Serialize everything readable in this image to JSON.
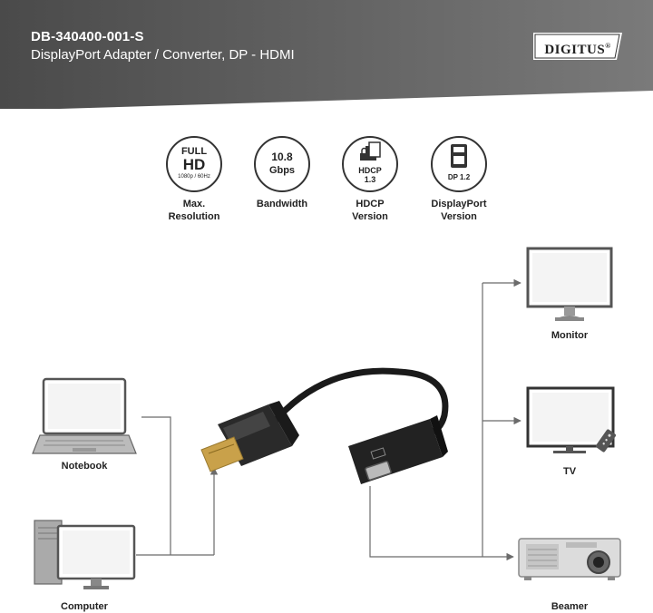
{
  "header": {
    "model": "DB-340400-001-S",
    "subtitle": "DisplayPort Adapter / Converter, DP - HDMI",
    "logo": "DIGITUS",
    "logo_mark": "®"
  },
  "features": [
    {
      "icon": "full-hd-icon",
      "line1": "FULL",
      "line2": "HD",
      "line3": "1080p / 60Hz",
      "label1": "Max.",
      "label2": "Resolution"
    },
    {
      "icon": "bandwidth-icon",
      "line1": "10.8",
      "line2": "Gbps",
      "label1": "Bandwidth",
      "label2": ""
    },
    {
      "icon": "hdcp-icon",
      "line1": "HDCP",
      "line2": "1.3",
      "label1": "HDCP",
      "label2": "Version"
    },
    {
      "icon": "displayport-icon",
      "line1": "DP 1.2",
      "label1": "DisplayPort",
      "label2": "Version"
    }
  ],
  "sources": {
    "notebook": "Notebook",
    "computer": "Computer"
  },
  "outputs": {
    "monitor": "Monitor",
    "tv": "TV",
    "beamer": "Beamer"
  },
  "colors": {
    "header_bg": "#5a5a5a",
    "line": "#6b6b6b",
    "cable": "#1a1a1a",
    "gold": "#c9a14a"
  }
}
